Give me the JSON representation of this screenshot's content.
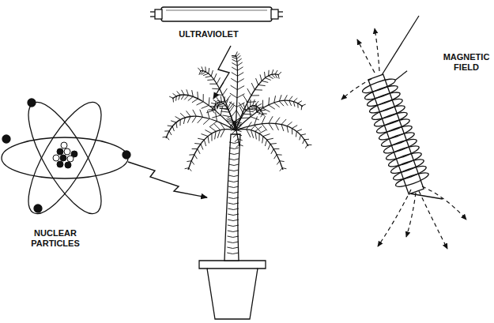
{
  "diagram": {
    "labels": [
      "ULTRAVIOLET",
      "NUCLEAR PARTICLES",
      "MAGNETIC FIELD"
    ]
  }
}
